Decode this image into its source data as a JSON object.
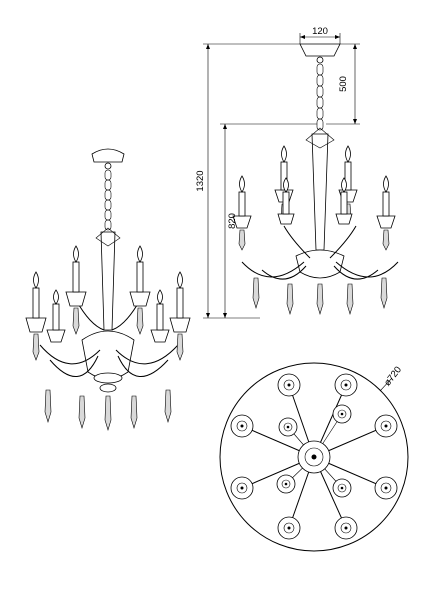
{
  "dimensions": {
    "canopy_width": "120",
    "chain_length": "500",
    "total_height": "1320",
    "body_height": "820",
    "diameter": "ø720"
  },
  "colors": {
    "line": "#000000",
    "background": "#ffffff",
    "shade": "#d9d9d9"
  }
}
